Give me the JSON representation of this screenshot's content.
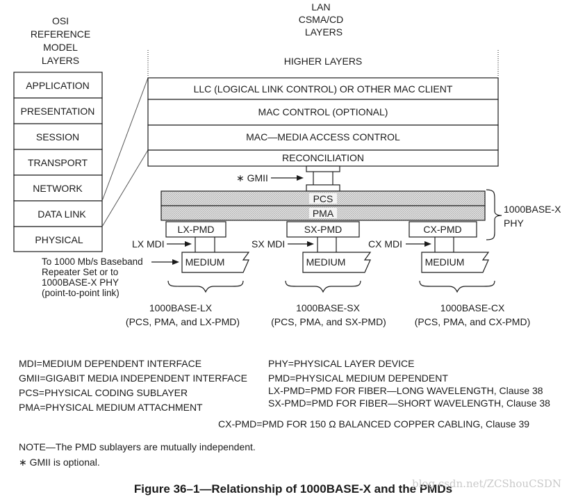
{
  "osi_header": [
    "OSI",
    "REFERENCE",
    "MODEL",
    "LAYERS"
  ],
  "osi_layers": [
    "APPLICATION",
    "PRESENTATION",
    "SESSION",
    "TRANSPORT",
    "NETWORK",
    "DATA LINK",
    "PHYSICAL"
  ],
  "lan_header": [
    "LAN",
    "CSMA/CD",
    "LAYERS"
  ],
  "higher_layers": "HIGHER LAYERS",
  "lan_layers": [
    "LLC (LOGICAL LINK CONTROL) OR OTHER MAC CLIENT",
    "MAC CONTROL (OPTIONAL)",
    "MAC—MEDIA ACCESS CONTROL",
    "RECONCILIATION"
  ],
  "gmii_label": "∗ GMII",
  "pcs": "PCS",
  "pma": "PMA",
  "phy_bracket": [
    "1000BASE-X",
    "PHY"
  ],
  "pmds": [
    "LX-PMD",
    "SX-PMD",
    "CX-PMD"
  ],
  "mdis": [
    "LX MDI",
    "SX MDI",
    "CX MDI"
  ],
  "medium": "MEDIUM",
  "repeater_note": [
    "To 1000 Mb/s Baseband",
    "Repeater Set or to",
    "1000BASE-X PHY",
    "(point-to-point link)"
  ],
  "phy_names": [
    [
      "1000BASE-LX",
      "(PCS, PMA, and LX-PMD)"
    ],
    [
      "1000BASE-SX",
      "(PCS, PMA, and SX-PMD)"
    ],
    [
      "1000BASE-CX",
      "(PCS, PMA, and CX-PMD)"
    ]
  ],
  "legend_left": [
    "MDI=MEDIUM DEPENDENT INTERFACE",
    "GMII=GIGABIT MEDIA INDEPENDENT INTERFACE",
    "PCS=PHYSICAL CODING SUBLAYER",
    "PMA=PHYSICAL MEDIUM ATTACHMENT"
  ],
  "legend_right": [
    "PHY=PHYSICAL LAYER DEVICE",
    "PMD=PHYSICAL MEDIUM DEPENDENT",
    "LX-PMD=PMD FOR FIBER—LONG WAVELENGTH, Clause 38",
    "SX-PMD=PMD FOR FIBER—SHORT WAVELENGTH, Clause 38"
  ],
  "legend_cx": "CX-PMD=PMD FOR 150 Ω BALANCED COPPER CABLING, Clause 39",
  "note": "NOTE—The PMD sublayers are mutually independent.",
  "gmii_note": "∗ GMII is optional.",
  "caption": "Figure 36–1—Relationship of 1000BASE-X and the PMDs",
  "watermark": "blog.csdn.net/ZCShouCSDN",
  "colors": {
    "line": "#1a1a1a",
    "hatch": "#cfcfcf",
    "watermark": "#c9c9c9"
  }
}
